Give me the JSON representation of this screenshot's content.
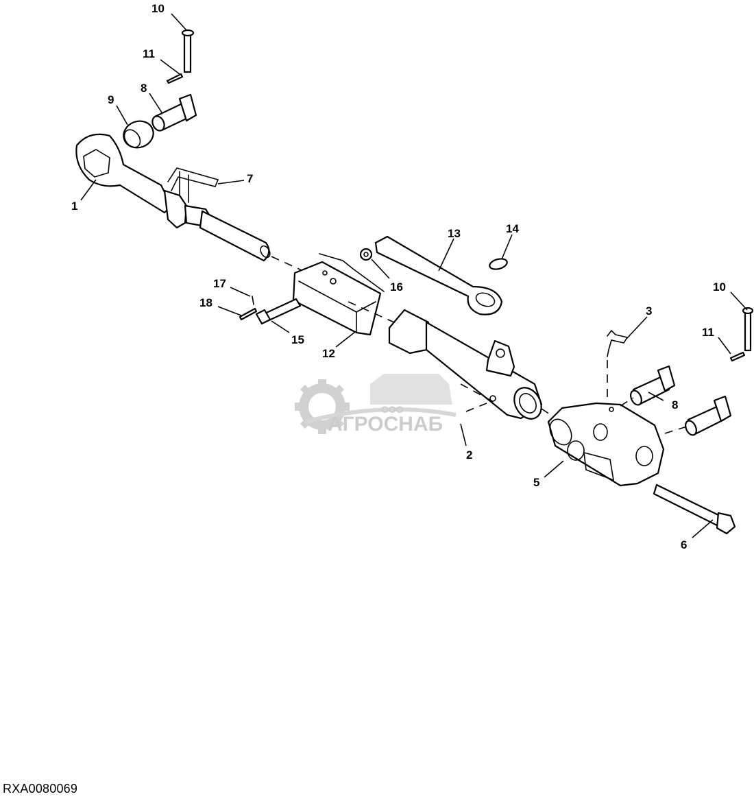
{
  "figure": {
    "code": "RXA0080069",
    "callouts": [
      "10",
      "11",
      "8",
      "9",
      "7",
      "1",
      "13",
      "14",
      "17",
      "18",
      "16",
      "15",
      "12",
      "3",
      "10",
      "11",
      "8",
      "2",
      "5",
      "6"
    ]
  },
  "watermark": {
    "line1": "ООО",
    "line2": "АГРОСНАБ",
    "color": "#c4c4c4"
  },
  "colors": {
    "line": "#000000",
    "background": "#ffffff"
  }
}
